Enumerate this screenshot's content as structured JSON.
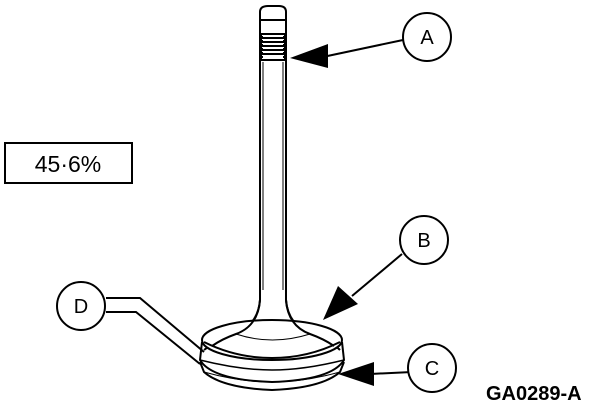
{
  "zoom_level": "45·6%",
  "figure_id": "GA0289-A",
  "callouts": {
    "a": "A",
    "b": "B",
    "c": "C",
    "d": "D"
  },
  "colors": {
    "ink": "#000000",
    "paper": "#ffffff"
  }
}
